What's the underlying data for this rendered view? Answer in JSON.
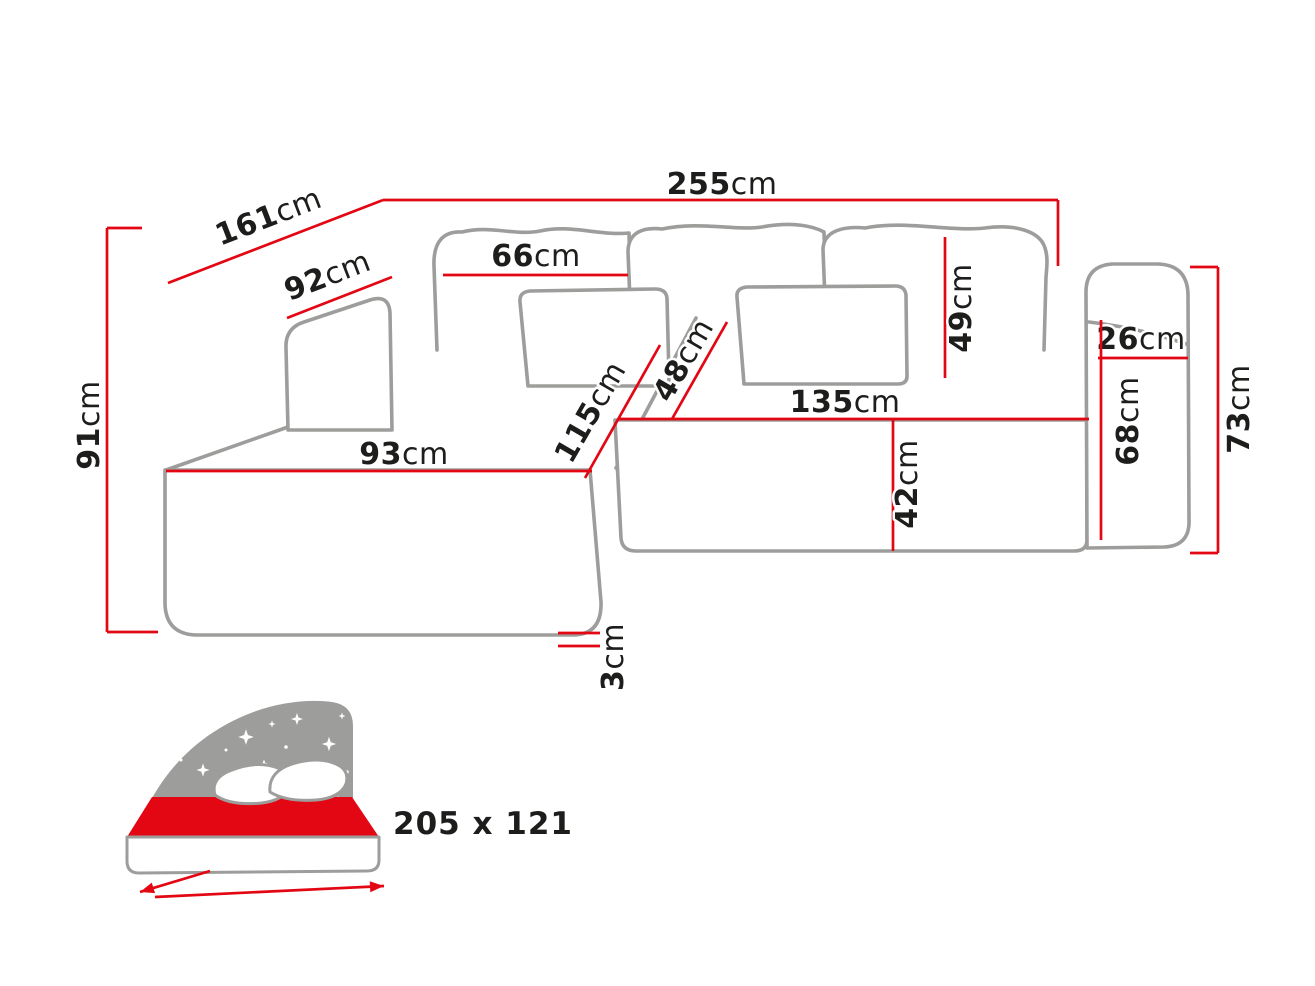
{
  "colors": {
    "dimension_red": "#e30613",
    "outline_gray": "#9d9d9c",
    "text_black": "#1d1d1b"
  },
  "dims": {
    "total_width": {
      "value": "255",
      "unit": "cm"
    },
    "total_depth": {
      "value": "161",
      "unit": "cm"
    },
    "left_arm_depth": {
      "value": "92",
      "unit": "cm"
    },
    "back_cushion_width": {
      "value": "66",
      "unit": "cm"
    },
    "back_cushion_height": {
      "value": "49",
      "unit": "cm"
    },
    "right_arm_width": {
      "value": "26",
      "unit": "cm"
    },
    "total_height": {
      "value": "73",
      "unit": "cm"
    },
    "right_arm_height": {
      "value": "68",
      "unit": "cm"
    },
    "left_height": {
      "value": "91",
      "unit": "cm"
    },
    "chaise_width": {
      "value": "93",
      "unit": "cm"
    },
    "chaise_length": {
      "value": "115",
      "unit": "cm"
    },
    "seat_depth": {
      "value": "48",
      "unit": "cm"
    },
    "seat_width": {
      "value": "135",
      "unit": "cm"
    },
    "seat_height": {
      "value": "42",
      "unit": "cm"
    },
    "leg_height": {
      "value": "3",
      "unit": "cm"
    }
  },
  "sleeping_area": {
    "label": "205 x 121"
  }
}
